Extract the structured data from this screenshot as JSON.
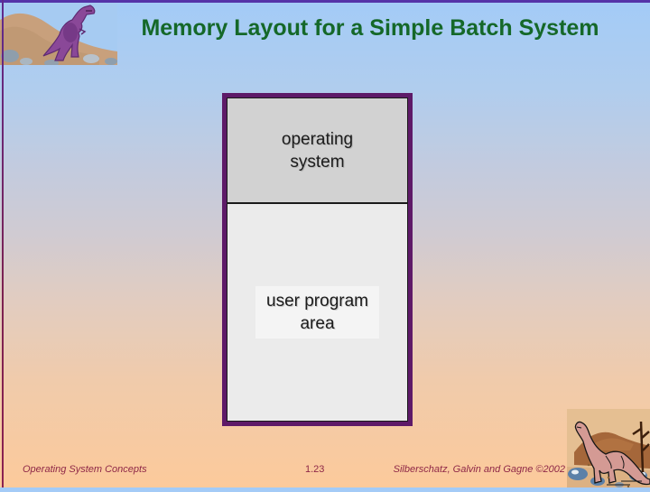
{
  "slide": {
    "title": "Memory Layout for a Simple Batch System"
  },
  "diagram": {
    "os_label": [
      "operating",
      "system"
    ],
    "user_label": [
      "user program",
      "area"
    ]
  },
  "footer": {
    "left": "Operating System Concepts",
    "page": "1.23",
    "right": "Silberschatz, Galvin and Gagne ©2002"
  },
  "images": {
    "top_left": "trex-on-hill-illustration",
    "bottom_right": "sauropod-desert-illustration"
  },
  "colors": {
    "title": "#156829",
    "footer": "#8e2747",
    "box-border": "#5e1a68",
    "box-inner-border": "#1a1a1a",
    "os-bg": "#d2d2d2",
    "user-bg": "#ebebeb",
    "label-text": "#1c1c1c",
    "top-strip": "#5533a8",
    "left-strip": "#7c2150",
    "bg-top": "#a3cbf7",
    "bg-mid": "#d0cbd2",
    "bg-bottom": "#fcca9b"
  }
}
